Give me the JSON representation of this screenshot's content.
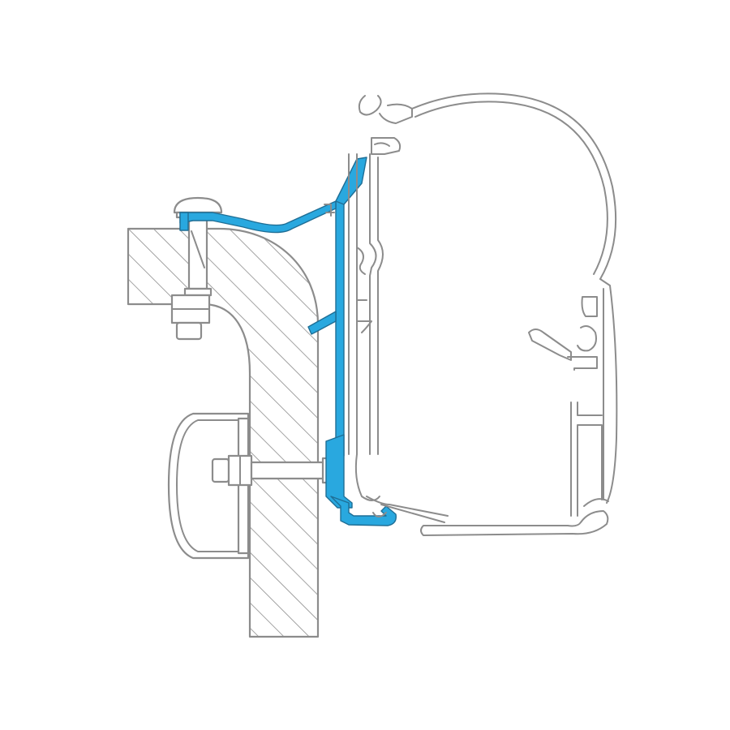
{
  "diagram": {
    "colors": {
      "adapter": "#29a8df",
      "adapter_edge": "#1f6e95",
      "outline": "#8c8c8c",
      "background": "#ffffff"
    },
    "parts": [
      "wall-section-hatched",
      "adapter-bracket",
      "awning-cassette",
      "top-bolt",
      "lower-bolt",
      "mounting-cap"
    ]
  }
}
